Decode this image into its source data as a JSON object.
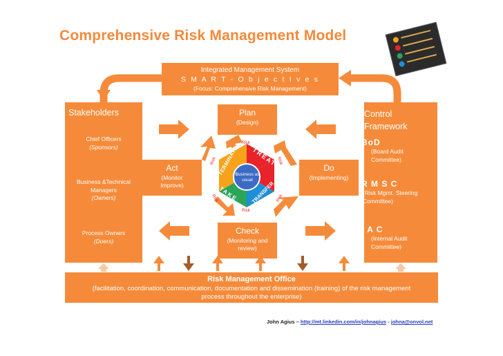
{
  "title": "Comprehensive Risk Management Model",
  "ims": {
    "line1": "Integrated Management System",
    "line2": "S M A R T - O b j e c t I v e s",
    "line3": "(Focus: Comprehensive Risk Management)"
  },
  "stakeholders": {
    "heading": "Stakeholders",
    "items": [
      {
        "name": "Chief Officers",
        "role": "(Sponsors)"
      },
      {
        "name": "Business &Technical Managers",
        "role": "(Owners)"
      },
      {
        "name": "Process Owners",
        "role": "(Doers)"
      }
    ]
  },
  "control": {
    "heading_line1": "Control",
    "heading_line2": "Framework",
    "items": [
      {
        "abbr": "BoD",
        "desc": "(Board Audit Committee)"
      },
      {
        "abbr": "R M S C",
        "desc": "(Risk Mgmt. Steering Committee)"
      },
      {
        "abbr": "I A C",
        "desc": "(Internal Audit Committee)"
      }
    ]
  },
  "plan": {
    "label": "Plan",
    "sub": "(Design)"
  },
  "act": {
    "label": "Act",
    "sub": "(Monitor Improve)"
  },
  "do": {
    "label": "Do",
    "sub": "(Implementing)"
  },
  "check": {
    "label": "Check",
    "sub": "(Monitoring and review)"
  },
  "hexagon": {
    "center": "Business as usual",
    "segments": [
      "TERMINATE",
      "TREAT",
      "TRANSFER",
      "TAKE"
    ],
    "risk_label": "Risk"
  },
  "rmo": {
    "title": "Risk Management Office",
    "desc": "(facilitation, coordination, communication, documentation and dissemination (training) of the risk management process throughout the enterprise)"
  },
  "footer": {
    "author": "John Agius – ",
    "link1": "http://mt.linkedin.com/in/johnagius",
    "sep": " - ",
    "link2": "johna@onvol.net"
  },
  "colors": {
    "orange": "#f58b3a",
    "title_orange": "#f4893a",
    "terminate": "#f7a21b",
    "treat": "#e8232a",
    "transfer": "#1e8fd6",
    "take": "#2aa55a",
    "center_blue": "#3b6bc4"
  }
}
